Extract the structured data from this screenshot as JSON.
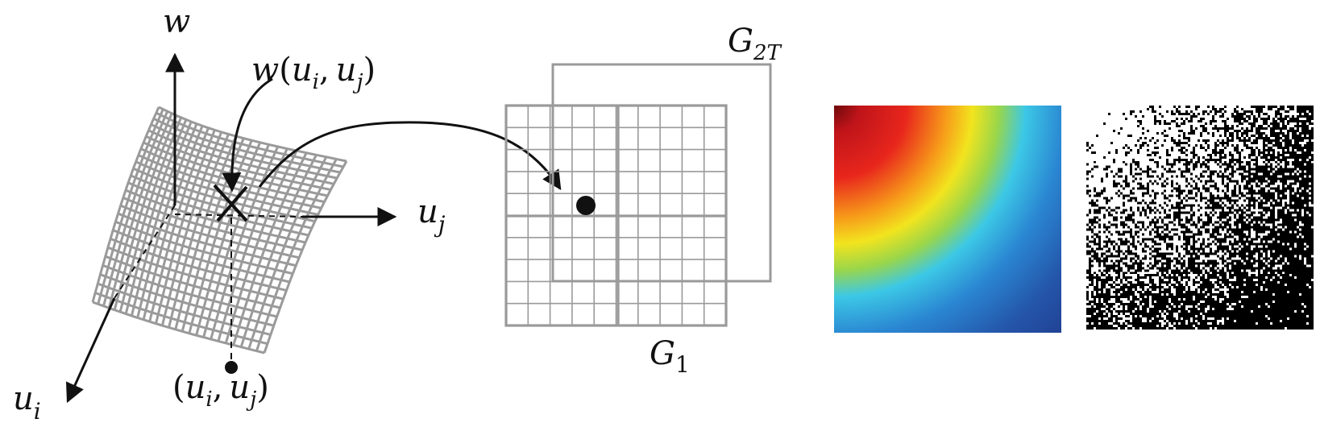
{
  "labels": {
    "w_axis": "w",
    "uj_base": "u",
    "uj_sub": "j",
    "ui_base": "u",
    "ui_sub": "i",
    "w_func": {
      "w": "w",
      "open": "(",
      "u1": "u",
      "i": "i",
      "comma": ",",
      "u2": "u",
      "j": "j",
      "close": ")"
    },
    "point": {
      "open": "(",
      "u1": "u",
      "i": "i",
      "comma": ",",
      "u2": "u",
      "j": "j",
      "close": ")"
    },
    "g2t_base": "G",
    "g2t_sub": "2T",
    "g1_base": "G",
    "g1_sub": "1"
  },
  "colors": {
    "ink": "#111111",
    "grid_gray": "#9a9a9a",
    "heatmap": [
      "#7a0a0a",
      "#e31a1c",
      "#f7e51a",
      "#36c6e8",
      "#2a6fc4",
      "#21479c"
    ],
    "noise_fg": "#ffffff",
    "noise_bg": "#000000"
  }
}
